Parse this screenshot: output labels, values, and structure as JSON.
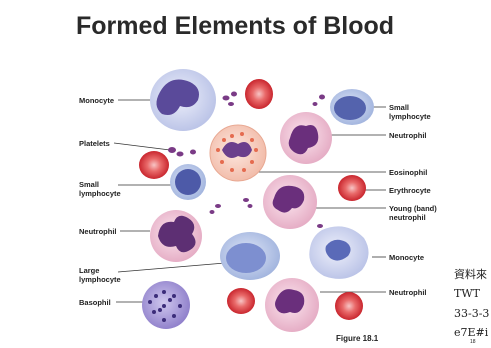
{
  "title": "Formed Elements of Blood",
  "labels": {
    "monocyte_top": "Monocyte",
    "platelets": "Platelets",
    "small_lymphocyte_left": "Small\nlymphocyte",
    "neutrophil_left": "Neutrophil",
    "large_lymphocyte": "Large\nlymphocyte",
    "basophil": "Basophil",
    "small_lymphocyte_right": "Small\nlymphocyte",
    "neutrophil_right_top": "Neutrophil",
    "eosinophil": "Eosinophil",
    "erythrocyte": "Erythrocyte",
    "young_band_neutrophil": "Young (band)\nneutrophil",
    "monocyte_right": "Monocyte",
    "neutrophil_right_bottom": "Neutrophil"
  },
  "figure_caption": "Figure 18.1",
  "citation": {
    "line1": "資料來",
    "line2": "TWT",
    "line3": "33-3-3",
    "line4": "e7E#i",
    "line5": "18"
  },
  "colors": {
    "leader_line": "#333333",
    "rbc": "#e0454a",
    "nucleus": "#5a3a8a",
    "cytoplasm": "#e8d6ee"
  }
}
